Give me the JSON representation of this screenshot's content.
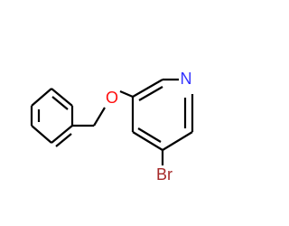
{
  "molecule": {
    "atoms": {
      "nitrogen": {
        "symbol": "N",
        "color": "#3333ff"
      },
      "oxygen": {
        "symbol": "O",
        "color": "#ff0d0d"
      },
      "bromine": {
        "symbol": "Br",
        "color": "#a62929"
      }
    },
    "bond_color": "#000000"
  }
}
